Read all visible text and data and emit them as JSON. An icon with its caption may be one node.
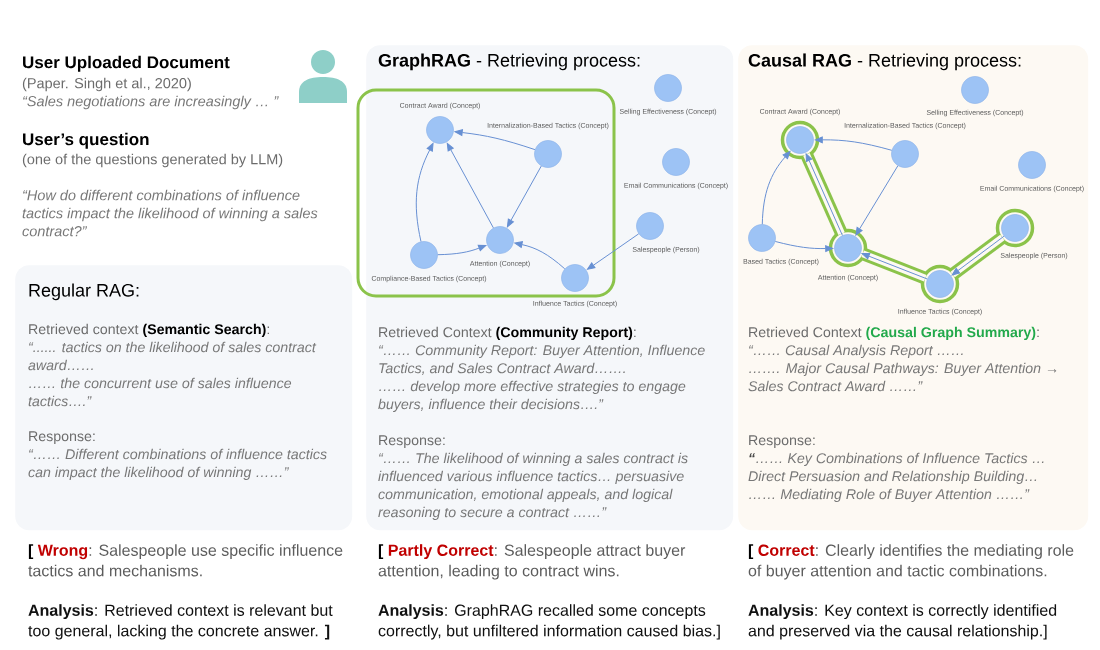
{
  "diagram": {
    "nodes": [
      {
        "text": [
          "Regular RAG:",
          "Retrieved context **(Semantic Search)**:",
          "“...... tactics on the likelihood of sales contract award……",
          "…… the concurrent use of sales influence tactics….”",
          "Response:",
          "“…… Different combinations of influence tactics can impact the likelihood of winning ……”"
        ],
        "beside": [
          "**[** **Wrong**: Salespeople use specific influence tactics and mechanisms.",
          "**Analysis**: Retrieved context is relevant but too general, lacking the concrete answer. **]**"
        ]
      },
      {
        "text": [
          "**GraphRAG** - Retrieving process:",
          "Retrieved Context **(Community Report)**:",
          "“…… Community Report: Buyer Attention, Influence Tactics, and Sales Contract Award…….",
          "…… develop more effective strategies to engage buyers, influence their decisions….”",
          "Response:",
          "“…… The likelihood of winning a sales contract is influenced various influence tactics… persuasive communication, emotional appeals, and logical reasoning to secure a contract ……”"
        ],
        "beside": [
          "**[** **Partly Correct**: Salespeople attract buyer attention, leading to contract wins.",
          "**Analysis**: GraphRAG recalled some concepts correctly, but unfiltered information caused bias.]"
        ]
      },
      {
        "text": [],
        "shape": "circle",
        "beside": [
          "Selling Effectiveness (Concept)"
        ],
        "in": 1
      },
      {
        "text": [],
        "shape": "circle",
        "beside": [
          "Contract Award (Concept)"
        ],
        "in": 1
      },
      {
        "text": [],
        "shape": "circle",
        "beside": [
          "Internalization-Based Tactics (Concept)"
        ],
        "in": 1
      },
      {
        "text": [],
        "shape": "circle",
        "beside": [
          "Email Communications (Concept)"
        ],
        "in": 1
      },
      {
        "text": [],
        "shape": "circle",
        "beside": [
          "Salespeople (Person)"
        ],
        "in": 1
      },
      {
        "text": [],
        "shape": "circle",
        "beside": [
          "Compliance-Based Tactics (Concept)"
        ],
        "in": 1
      },
      {
        "text": [],
        "shape": "circle",
        "beside": [
          "Attention (Concept)"
        ],
        "in": 1
      },
      {
        "text": [],
        "shape": "circle",
        "beside": [
          "Influence Tactics (Concept)"
        ],
        "in": 1
      },
      {
        "text": [
          "**Causal RAG** - Retrieving process:",
          "Retrieved Context **(Causal Graph Summary)**:",
          "“…… Causal Analysis Report ……",
          "……. Major Causal Pathways: Buyer Attention → Sales Contract Award ……”",
          "Response:",
          "**“**…… Key Combinations of Influence Tactics … Direct Persuasion and Relationship Building…",
          "…… Mediating Role of Buyer Attention ……”"
        ],
        "beside": [
          "**[** **Correct**: Clearly identifies the mediating role of buyer attention and tactic combinations.",
          "**Analysis**: Key context is correctly identified and preserved via the causal relationship.]"
        ]
      },
      {
        "text": [],
        "shape": "circle",
        "beside": [
          "Selling Effectiveness (Concept)"
        ],
        "in": 10
      },
      {
        "text": [],
        "shape": "circle",
        "beside": [
          "Contract Award (Concept)"
        ],
        "in": 10
      },
      {
        "text": [],
        "shape": "circle",
        "beside": [
          "Internalization-Based Tactics (Concept)"
        ],
        "in": 10
      },
      {
        "text": [],
        "shape": "circle",
        "beside": [
          "Email Communications (Concept)"
        ],
        "in": 10
      },
      {
        "text": [],
        "shape": "circle",
        "beside": [
          "Salespeople (Person)"
        ],
        "in": 10
      },
      {
        "text": [],
        "shape": "circle",
        "beside": [
          "Based Tactics (Concept)"
        ],
        "in": 10
      },
      {
        "text": [],
        "shape": "circle",
        "beside": [
          "Attention (Concept)"
        ],
        "in": 10
      },
      {
        "text": [],
        "shape": "circle",
        "beside": [
          "Influence Tactics (Concept)"
        ],
        "in": 10
      }
    ],
    "edges": [
      {
        "from": 7,
        "to": 3,
        "arrow": "to"
      },
      {
        "from": 7,
        "to": 8,
        "arrow": "to"
      },
      {
        "from": 8,
        "to": 3,
        "arrow": "to"
      },
      {
        "from": 4,
        "to": 3,
        "arrow": "to"
      },
      {
        "from": 4,
        "to": 8,
        "arrow": "to"
      },
      {
        "from": 9,
        "to": 8,
        "arrow": "to"
      },
      {
        "from": 6,
        "to": 9,
        "arrow": "to"
      },
      {
        "from": 16,
        "to": 12,
        "arrow": "to"
      },
      {
        "from": 16,
        "to": 17,
        "arrow": "to"
      },
      {
        "from": 17,
        "to": 12,
        "arrow": "to",
        "style": "thick",
        "color": "#8bc34a"
      },
      {
        "from": 13,
        "to": 12,
        "arrow": "to"
      },
      {
        "from": 13,
        "to": 17,
        "arrow": "to"
      },
      {
        "from": 18,
        "to": 17,
        "arrow": "to",
        "style": "thick",
        "color": "#8bc34a"
      },
      {
        "from": 15,
        "to": 18,
        "arrow": "to",
        "style": "thick",
        "color": "#8bc34a"
      }
    ],
    "labels": [
      "User Uploaded Document",
      "(Paper. Singh et al., 2020)",
      "“Sales negotiations are increasingly … ”",
      "User’s question",
      "(one of the questions generated by LLM)",
      "“How do different combinations of influence tactics impact the likelihood of winning a sales contract?”"
    ]
  }
}
